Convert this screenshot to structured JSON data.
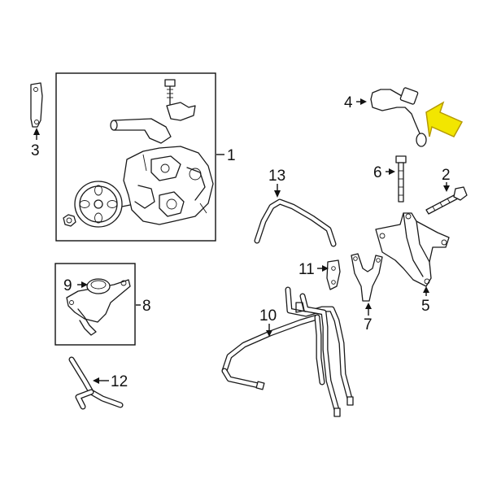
{
  "diagram": {
    "callouts": {
      "c1": "1",
      "c2": "2",
      "c3": "3",
      "c4": "4",
      "c5": "5",
      "c6": "6",
      "c7": "7",
      "c8": "8",
      "c9": "9",
      "c10": "10",
      "c11": "11",
      "c12": "12",
      "c13": "13"
    },
    "highlight_arrow": {
      "color": "#f2e600",
      "outline": "#b59a00",
      "points_to": "4"
    }
  }
}
